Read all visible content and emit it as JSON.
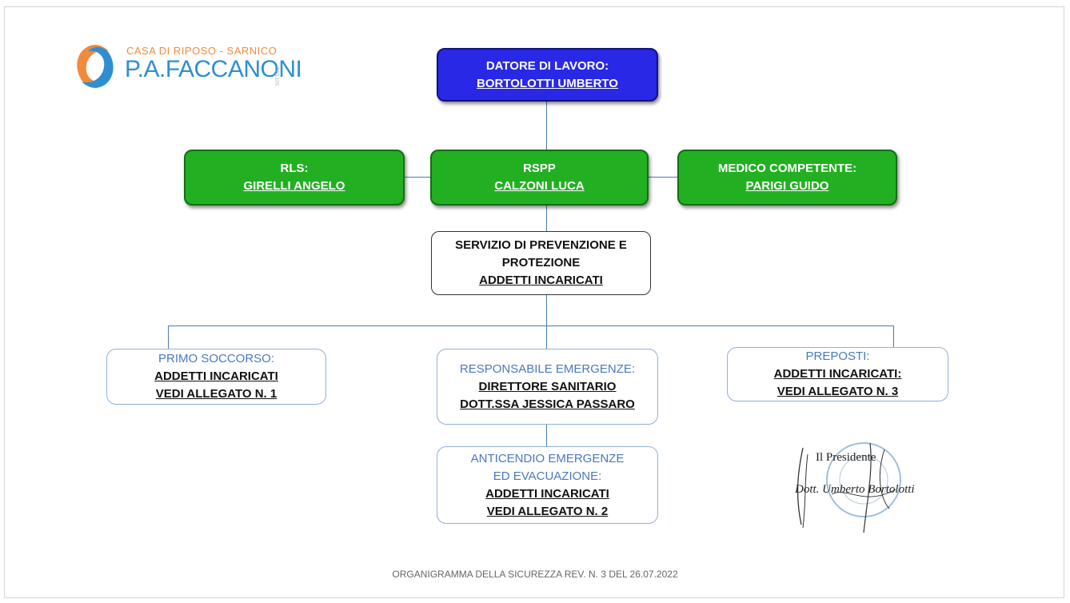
{
  "logo": {
    "top_text": "CASA DI RIPOSO - SARNICO",
    "main_text": "P.A.FACCANONI",
    "small_text": "ONLUS"
  },
  "nodes": {
    "datore": {
      "title": "DATORE DI LAVORO:",
      "name": "BORTOLOTTI UMBERTO"
    },
    "rls": {
      "title": "RLS:",
      "name": "GIRELLI ANGELO"
    },
    "rspp": {
      "title": "RSPP",
      "name": "CALZONI LUCA"
    },
    "medico": {
      "title": "MEDICO COMPETENTE:",
      "name": "PARIGI GUIDO"
    },
    "servizio": {
      "line1": "SERVIZIO DI PREVENZIONE E",
      "line2": "PROTEZIONE",
      "sub": "ADDETTI INCARICATI"
    },
    "primo_soccorso": {
      "title": "PRIMO SOCCORSO:",
      "line1": "ADDETTI INCARICATI",
      "line2": "VEDI ALLEGATO N. 1"
    },
    "emergenze": {
      "title": "RESPONSABILE EMERGENZE:",
      "line1": "DIRETTORE SANITARIO",
      "line2": "DOTT.SSA JESSICA PASSARO"
    },
    "preposti": {
      "title": "PREPOSTI:",
      "line1": "ADDETTI INCARICATI:",
      "line2": "VEDI ALLEGATO N. 3"
    },
    "anticendio": {
      "title1": "ANTICENDIO EMERGENZE",
      "title2": "ED EVACUAZIONE:",
      "line1": "ADDETTI INCARICATI",
      "line2": "VEDI ALLEGATO N. 2"
    }
  },
  "signature": {
    "title": "Il Presidente",
    "name": "Dott. Umberto Bortolotti"
  },
  "footer": "ORGANIGRAMMA DELLA SICUREZZA REV. N. 3 DEL 26.07.2022",
  "colors": {
    "top": "#2828e6",
    "green": "#22b022",
    "connector": "#4a7ab5",
    "light_title": "#4a78c0"
  }
}
